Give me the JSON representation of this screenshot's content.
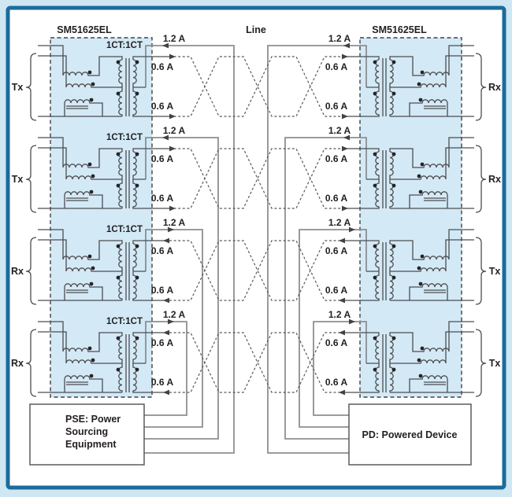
{
  "colors": {
    "page_bg": "#cfe7f3",
    "frame": "#1c6b9c",
    "canvas": "#ffffff",
    "block_fill": "#d3e9f6",
    "wire": "#4d4d4f",
    "power_wire": "#8d8f92",
    "dash_wire": "#58595b",
    "text": "#231f20",
    "box_border": "#5a5b5e"
  },
  "line_label": "Line",
  "blocks": {
    "left": {
      "part_number": "SM51625EL",
      "ratio_label": "1CT:1CT"
    },
    "right": {
      "part_number": "SM51625EL"
    }
  },
  "channels": [
    {
      "label_left": "Tx",
      "label_right": "Rx",
      "current_total": "1.2 A",
      "current_split": "0.6 A",
      "power_flow": "toward_pse"
    },
    {
      "label_left": "Tx",
      "label_right": "Rx",
      "current_total": "1.2 A",
      "current_split": "0.6 A",
      "power_flow": "toward_pse"
    },
    {
      "label_left": "Rx",
      "label_right": "Tx",
      "current_total": "1.2 A",
      "current_split": "0.6 A",
      "power_flow": "toward_pd"
    },
    {
      "label_left": "Rx",
      "label_right": "Tx",
      "current_total": "1.2 A",
      "current_split": "0.6 A",
      "power_flow": "toward_pd"
    }
  ],
  "pse_box": {
    "lines": [
      "PSE: Power",
      "Sourcing",
      "Equipment"
    ]
  },
  "pd_box": {
    "lines": [
      "PD: Powered Device"
    ]
  }
}
